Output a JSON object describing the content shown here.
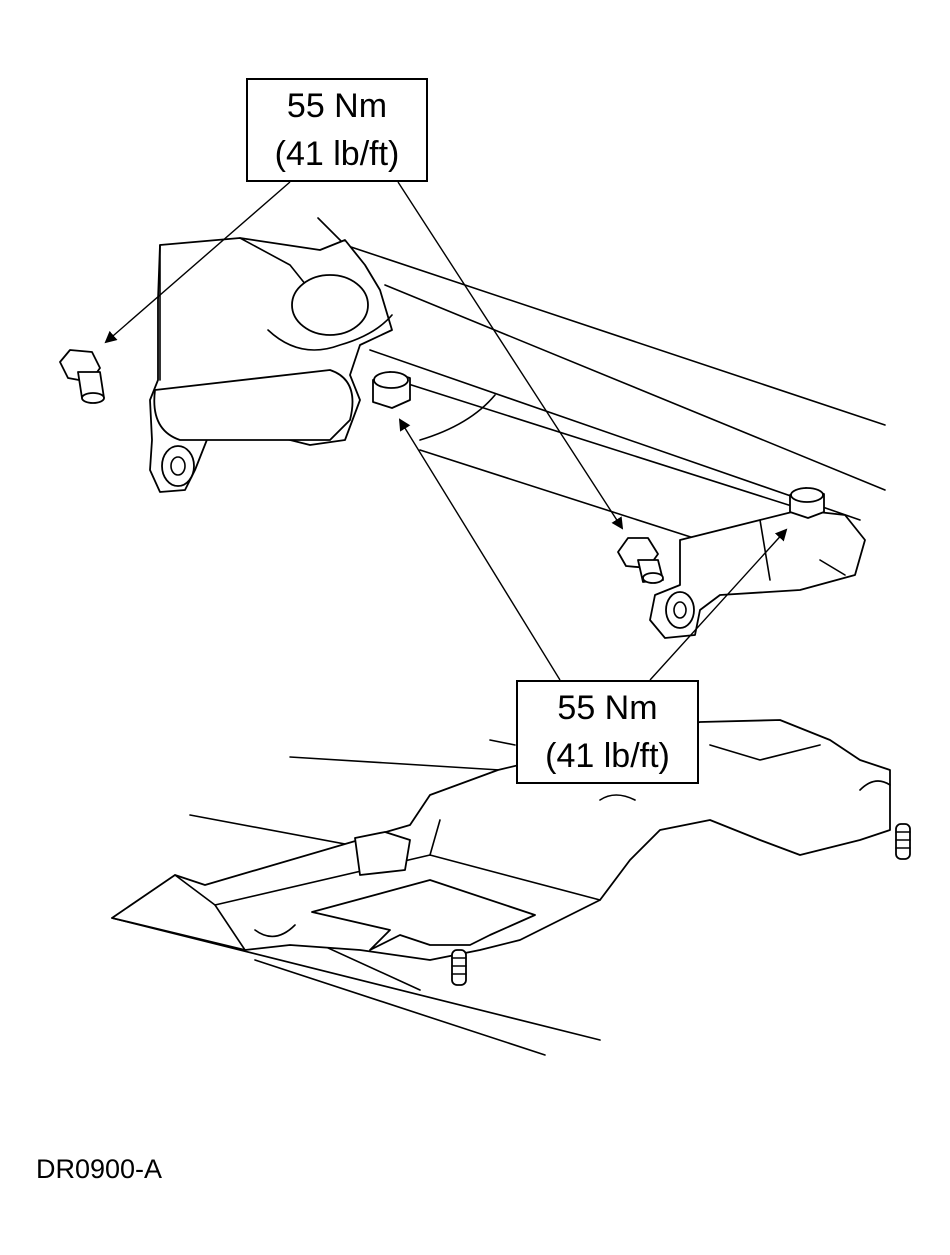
{
  "callouts": {
    "top": {
      "line1": "55 Nm",
      "line2": "(41 lb/ft)"
    },
    "bottom": {
      "line1": "55 Nm",
      "line2": "(41 lb/ft)"
    }
  },
  "figure_id": "DR0900-A"
}
